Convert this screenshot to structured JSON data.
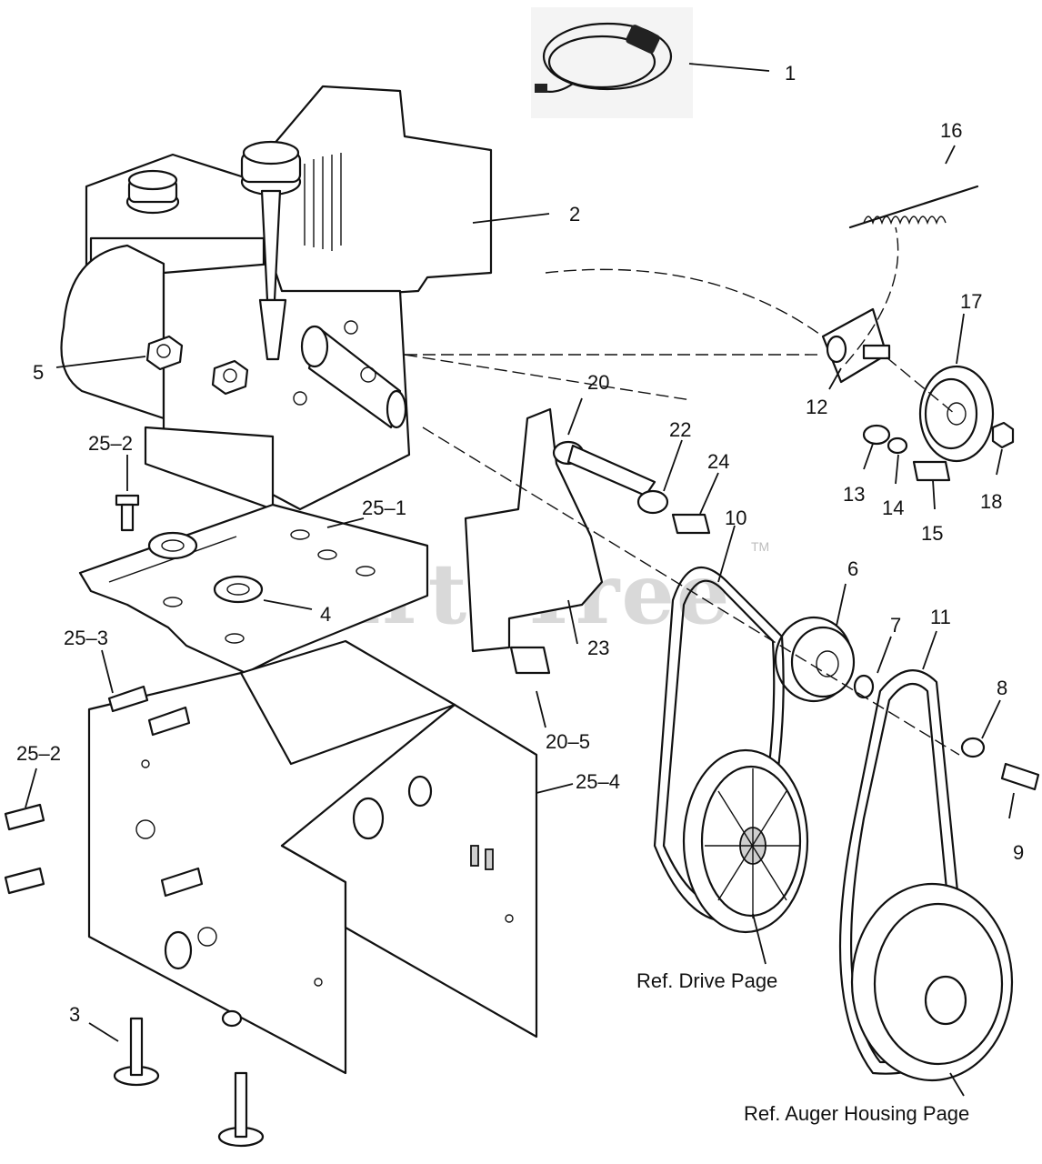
{
  "watermark": {
    "text": "PartsTree",
    "tm": "TM"
  },
  "callouts": {
    "c1": "1",
    "c2": "2",
    "c3": "3",
    "c4": "4",
    "c5": "5",
    "c6": "6",
    "c7": "7",
    "c8": "8",
    "c9": "9",
    "c10": "10",
    "c11": "11",
    "c12": "12",
    "c13": "13",
    "c14": "14",
    "c15": "15",
    "c16": "16",
    "c17": "17",
    "c18": "18",
    "c20": "20",
    "c20_5": "20–5",
    "c22": "22",
    "c23": "23",
    "c24": "24",
    "c25_1": "25–1",
    "c25_2a": "25–2",
    "c25_2b": "25–2",
    "c25_3": "25–3",
    "c25_4": "25–4"
  },
  "references": {
    "drive": "Ref. Drive Page",
    "auger": "Ref. Auger Housing Page"
  }
}
